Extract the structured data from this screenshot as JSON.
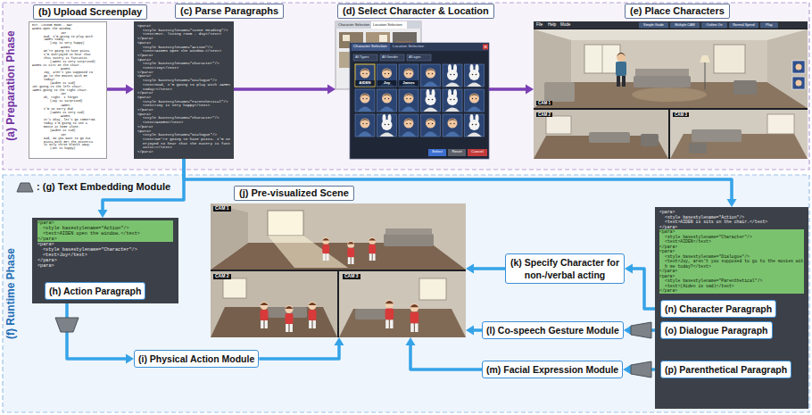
{
  "diagram": {
    "nodes": [
      {
        "text": [
          "(a) Preparation Phase"
        ]
      },
      {
        "text": [
          "(b) Upload Screenplay",
          "EXT. LIVING ROOM - DAY",
          "AIDEN open the window.",
          "JOY",
          "Dad, I'm going to play with JAMES today.",
          "(Joy is very happy)",
          "AIDEN",
          "We're going to have pizza. I'm overjoyed to hear that this eatery is fantastic.",
          "(JAMES is very surprised)",
          "AIDEN is sits on the chair.",
          "AIDEN",
          "Joy, aren't you supposed to go to the movies with me today?",
          "(Aiden is sad)",
          "JOY going to the left chair.",
          "JAMES going to the right chair.",
          "JOY",
          "Oh, right. I forgot",
          "(Joy is surprised)",
          "JAMES",
          "I'm so sorry dad",
          "(JAMES is very sad)",
          "AIDEN",
          "It's okay, let's go tomorrow. Today I'm going to see a movie at home alone.",
          "(Aiden is sad)",
          "JOY",
          "Dad, Do you want to go eat pizza with me? The pizzeria is only three blocks away.",
          "(JOY is happy)"
        ],
        "in": 0
      },
      {
        "text": [
          "(c) Parse Paragraphs",
          "<para>",
          "<style basestylename=\"Scene Heading\"/>",
          "<text>EXT. living room - day</text>",
          "</para>",
          "<para>",
          "<style basestylename=\"Action\"/>",
          "<text>AIDEN open the window.</text>",
          "</para>",
          "<para>",
          "<style basestylename=\"Character\"/>",
          "<text>Joy</text>",
          "</para>",
          "<para>",
          "<style basestylename=\"Dialogue\"/>",
          "<text>Dad, I'm going to play with JAMES today!</text>",
          "</para>",
          "<para>",
          "<style basestylename=\"Parenthetical\"/>",
          "<text>Joy is Very happy</text>",
          "</para>",
          "<para>",
          "<style basestylename=\"Character\"/>",
          "<text>AIDEN</text>",
          "</para>",
          "<para>",
          "<style basestylename=\"Dialogue\"/>",
          "<text>We're going to have pizza. I'm overjoyed to hear that the eatery is fantastic!</text>",
          "</para>"
        ],
        "in": 0
      },
      {
        "text": [
          "(d) Select Character & Location",
          "Character Selection",
          "Location Selection",
          "Character Selection",
          "Location Selection",
          "All Types",
          "All Gender",
          "All ages",
          "AIDEN",
          "Joy",
          "James",
          "Select",
          "Reset",
          "Cancel"
        ],
        "in": 0
      },
      {
        "text": [
          "(e) Place Characters",
          "File",
          "Help",
          "Mode",
          "Simple Guide",
          "Multiple CAM",
          "Outline On",
          "Normal Speed",
          "Play",
          "CAM 1",
          "CAM 2",
          "CAM 3"
        ],
        "in": 0
      },
      {
        "text": [
          "(f) Runtime Phase"
        ]
      },
      {
        "text": [
          "<para>",
          "<style basestylename=\"Action\"/>",
          "<text>AIDEN open the window.</text>",
          "</para>",
          "<para>",
          "<style basestylename=\"Character\"/>",
          "<text>Joy</text>",
          "</para>",
          "<para>"
        ],
        "in": 5
      },
      {
        "text": [
          "(h) Action Paragraph"
        ],
        "in": 6
      },
      {
        "text": [
          "(i) Physical Action Module"
        ],
        "in": 5
      },
      {
        "text": [
          "(j) Pre-visualized Scene",
          "CAM 1",
          "CAM 2",
          "CAM 3"
        ],
        "in": 5
      },
      {
        "text": [
          "(k) Specify Character for non-/verbal acting"
        ],
        "in": 5
      },
      {
        "text": [
          "(l) Co-speech Gesture Module"
        ],
        "in": 5
      },
      {
        "text": [
          "(m) Facial Expression Module"
        ],
        "in": 5
      },
      {
        "text": [
          "<para>",
          "<style basestylename=\"Action\"/>",
          "<text>AIDEN is sits on the chair.</text>",
          "</para>",
          "<para>",
          "<style basestylename=\"Character\"/>",
          "<text>AIDEN</text>",
          "</para>",
          "<para>",
          "<style basestylename=\"Dialogue\"/>",
          "<text>Joy, aren't you supposed to go to the movies with me today?</text>",
          "</para>",
          "<para>",
          "<style basestylename=\"Parenthetical\"/>",
          "<text>(Aiden is sad)</text>",
          "</para>"
        ],
        "in": 5
      },
      {
        "text": [
          "(n) Character Paragraph"
        ],
        "in": 13
      },
      {
        "text": [
          "(o) Dialogue Paragraph"
        ],
        "in": 13
      },
      {
        "text": [
          "(p) Parenthetical Paragraph"
        ],
        "in": 13
      }
    ],
    "edges": [
      {
        "from": 1,
        "to": 2,
        "arrow": "to"
      },
      {
        "from": 2,
        "to": 3,
        "arrow": "to"
      },
      {
        "from": 3,
        "to": 4,
        "arrow": "to"
      },
      {
        "from": 2,
        "to": 6,
        "arrow": "to"
      },
      {
        "from": 2,
        "to": 13,
        "arrow": "to"
      },
      {
        "from": 7,
        "to": 8,
        "arrow": "to"
      },
      {
        "from": 8,
        "to": 9,
        "arrow": "to"
      },
      {
        "from": 14,
        "to": 10,
        "arrow": "to"
      },
      {
        "from": 15,
        "to": 11,
        "arrow": "to"
      },
      {
        "from": 16,
        "to": 12,
        "arrow": "to"
      },
      {
        "from": 10,
        "to": 9,
        "arrow": "to"
      },
      {
        "from": 11,
        "to": 9,
        "arrow": "to"
      },
      {
        "from": 12,
        "to": 9,
        "arrow": "to"
      }
    ],
    "legend": [
      {
        "text": ": (g) Text Embedding Module"
      }
    ]
  }
}
